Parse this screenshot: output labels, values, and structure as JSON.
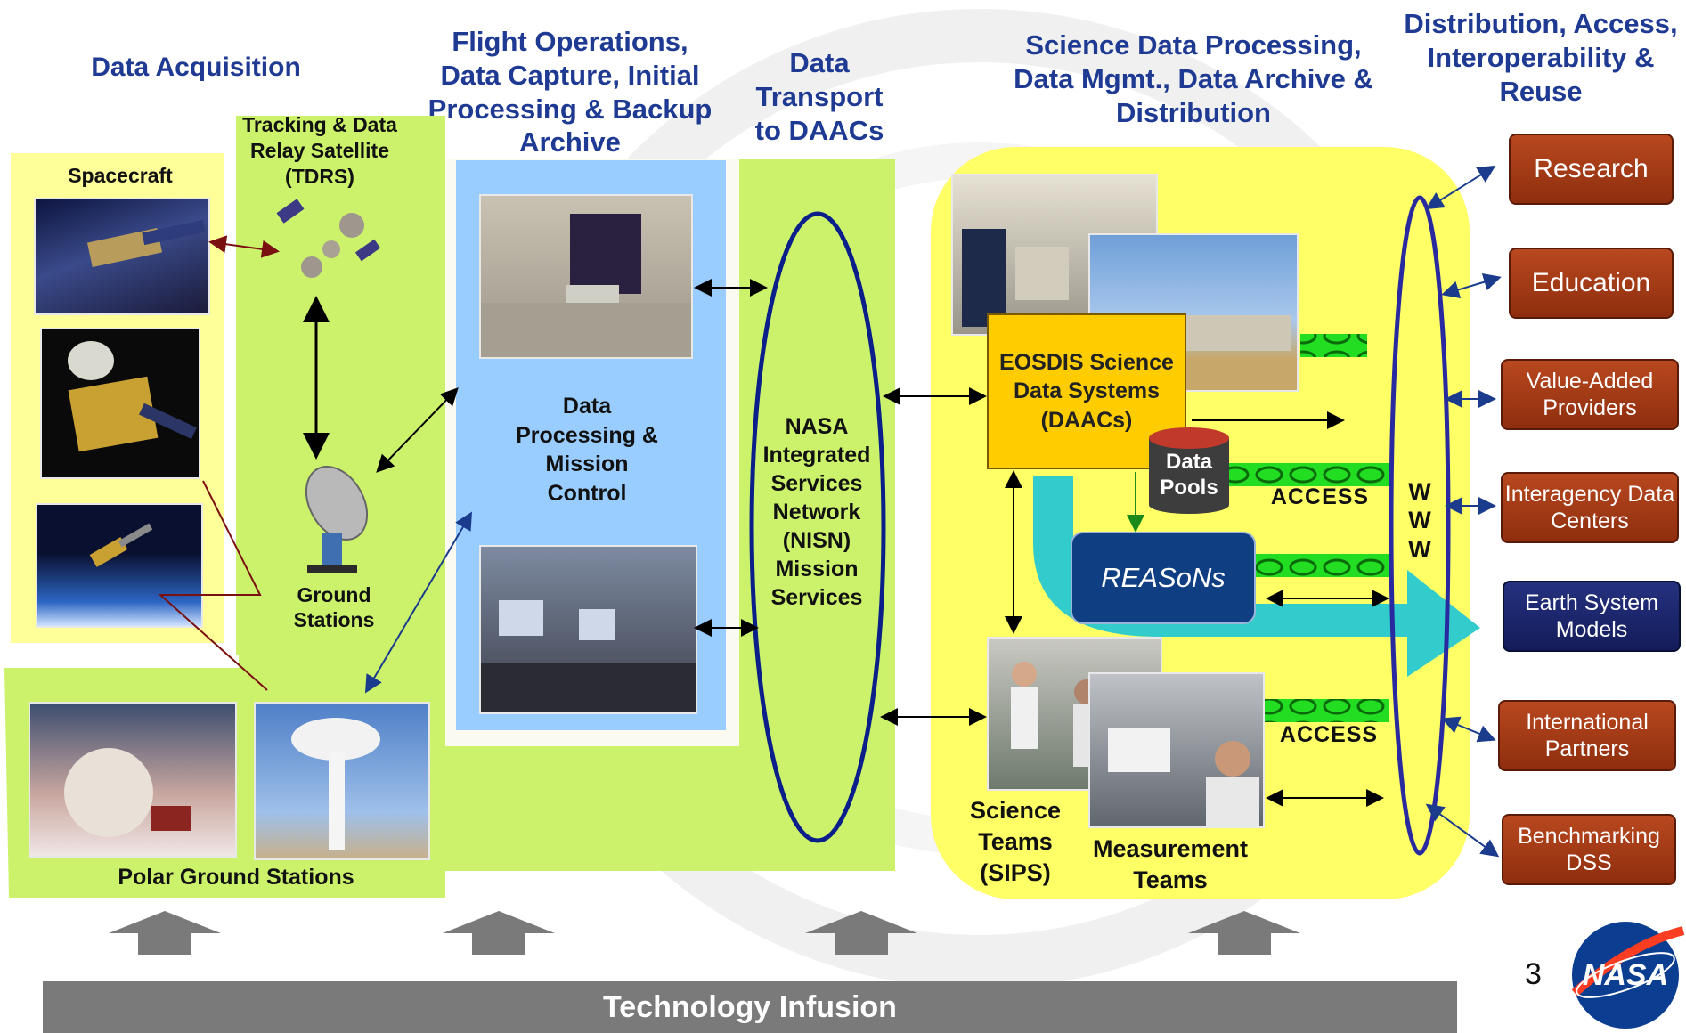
{
  "headers": {
    "acquisition": "Data Acquisition",
    "flight_ops": "Flight Operations, Data Capture, Initial Processing & Backup Archive",
    "transport": "Data Transport to DAACs",
    "science": "Science Data Processing, Data Mgmt., Data Archive & Distribution",
    "distribution": "Distribution, Access, Interoperability & Reuse"
  },
  "labels": {
    "spacecraft": "Spacecraft",
    "tdrs": "Tracking & Data Relay Satellite (TDRS)",
    "ground_stations": "Ground Stations",
    "polar_ground_stations": "Polar Ground Stations",
    "data_processing": "Data Processing & Mission Control",
    "nisn": "NASA Integrated Services Network (NISN) Mission Services",
    "eosdis": "EOSDIS Science Data Systems (DAACs)",
    "data_pools": "Data Pools",
    "reasons": "REASoNs",
    "access_1": "ACCESS",
    "access_2": "ACCESS",
    "www": "W W W",
    "science_teams": "Science Teams (SIPS)",
    "measurement_teams": "Measurement Teams",
    "technology_infusion": "Technology Infusion",
    "page_number": "3",
    "nasa_logo": "NASA"
  },
  "users": [
    {
      "label": "Research",
      "style": "rust"
    },
    {
      "label": "Education",
      "style": "rust"
    },
    {
      "label": "Value-Added Providers",
      "style": "rust"
    },
    {
      "label": "Interagency Data Centers",
      "style": "rust"
    },
    {
      "label": "Earth System Models",
      "style": "navy"
    },
    {
      "label": "International Partners",
      "style": "rust"
    },
    {
      "label": "Benchmarking DSS",
      "style": "rust"
    }
  ],
  "colors": {
    "header_blue": "#1f3a93",
    "light_green": "#ccf26b",
    "pale_yellow": "#ffff99",
    "yellow": "#ffff66",
    "sky_blue": "#99ccff",
    "gold": "#ffcc00",
    "teal": "#33cccc",
    "rust": "#a33d17",
    "navy": "#1a237e",
    "gray": "#7a7a7a"
  }
}
